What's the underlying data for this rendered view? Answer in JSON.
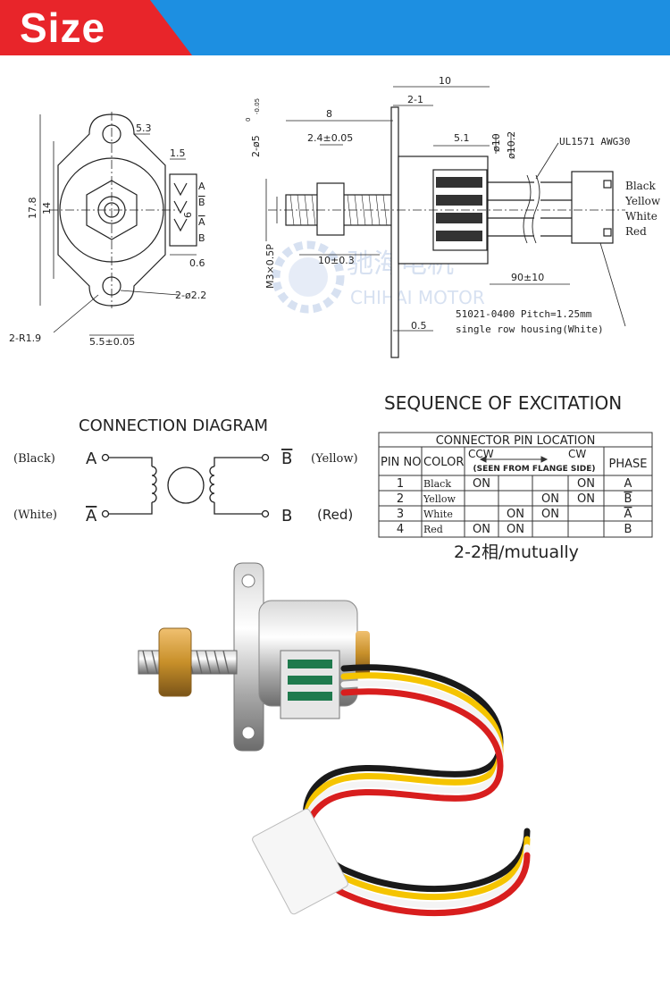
{
  "banner": {
    "title": "Size",
    "color_left": "#e8252a",
    "color_right": "#1d8fe1"
  },
  "drawing": {
    "dims": {
      "d53": "5.3",
      "d15": "1.5",
      "d178": "17.8",
      "d14": "14",
      "d6": "6",
      "d06": "0.6",
      "hole": "2-ø2.2",
      "radius": "2-R1.9",
      "pitch55": "5.5±0.05",
      "len10": "10",
      "d21": "2-1",
      "len8": "8",
      "d24": "2.4±0.05",
      "d51": "5.1",
      "phi10": "ø10",
      "phi102": "ø10.2",
      "shaft": "2-ø5",
      "shaft_tol": "-0.05",
      "shaft_tol_top": "0",
      "screw": "M3×0.5P",
      "travel": "10±0.3",
      "d90": "90±10",
      "d05": "0.5"
    },
    "coil_labels": [
      "A",
      "B",
      "A",
      "B"
    ],
    "cable": "UL1571 AWG30",
    "wire_colors": [
      "Black",
      "Yellow",
      "White",
      "Red"
    ],
    "housing_line1": "51021-0400 Pitch=1.25mm",
    "housing_line2": "single row housing(White)",
    "watermark_cn": "驰海电机",
    "watermark_en": "CHIHAI MOTOR"
  },
  "connection": {
    "title": "CONNECTION DIAGRAM",
    "left_top_color": "(Black)",
    "left_top_pin": "A",
    "left_bottom_color": "(White)",
    "left_bottom_pin": "A",
    "right_top_pin": "B",
    "right_top_color": "(Yellow)",
    "right_bottom_pin": "B",
    "right_bottom_color": "(Red)"
  },
  "sequence": {
    "title": "SEQUENCE OF EXCITATION",
    "table_title": "CONNECTOR PIN LOCATION",
    "headers": {
      "pin": "PIN NO",
      "color": "COLOR",
      "ccw": "CCW",
      "cw": "CW",
      "flange": "(SEEN FROM FLANGE SIDE)",
      "phase": "PHASE"
    },
    "rows": [
      {
        "pin": "1",
        "color": "Black",
        "steps": [
          "ON",
          "",
          "",
          "ON"
        ],
        "phase": "A"
      },
      {
        "pin": "2",
        "color": "Yellow",
        "steps": [
          "",
          "",
          "ON",
          "ON"
        ],
        "phase": "B"
      },
      {
        "pin": "3",
        "color": "White",
        "steps": [
          "",
          "ON",
          "ON",
          ""
        ],
        "phase": "A"
      },
      {
        "pin": "4",
        "color": "Red",
        "steps": [
          "ON",
          "ON",
          "",
          ""
        ],
        "phase": "B"
      }
    ],
    "note": "2-2相/mutually"
  },
  "photo": {
    "wire_colors": [
      "#1a1a1a",
      "#f5c400",
      "#f4f4f4",
      "#d81e1e"
    ],
    "nut_color": "#c8902a"
  }
}
